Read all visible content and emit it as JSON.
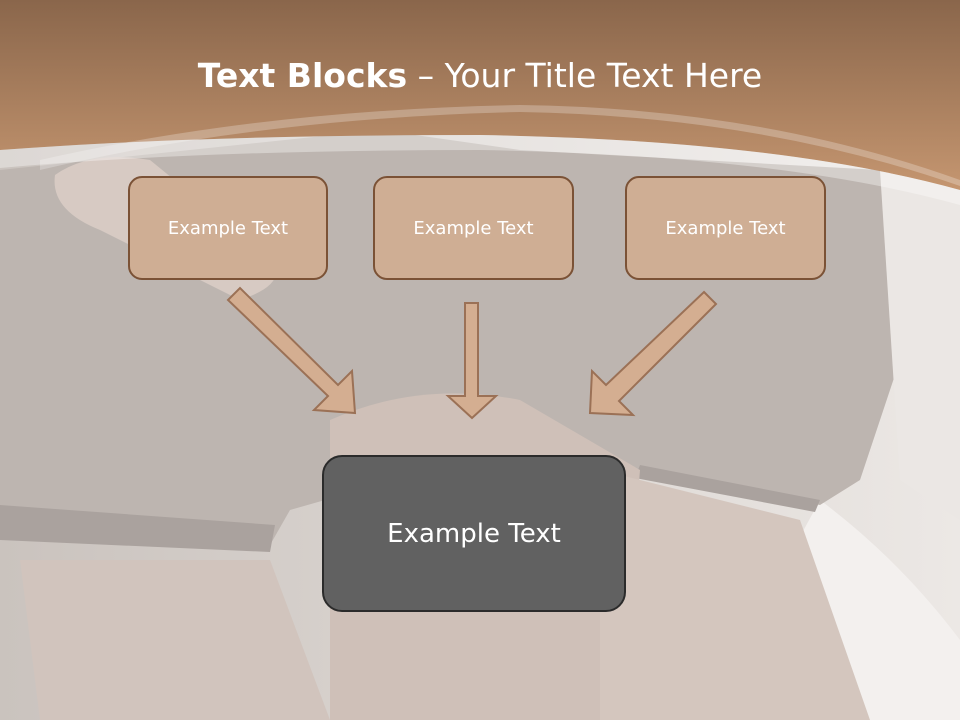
{
  "slide": {
    "title_bold": "Text Blocks",
    "title_dash": "–",
    "title_rest": "Your Title Text Here",
    "blocks": [
      {
        "label": "Example Text"
      },
      {
        "label": "Example Text"
      },
      {
        "label": "Example Text"
      }
    ],
    "center_block": {
      "label": "Example Text"
    }
  },
  "colors": {
    "header_dark": "#8a664b",
    "header_light": "#c59670",
    "block_fill": "#cfae94",
    "block_border": "#7b5236",
    "center_fill": "#616161",
    "center_border": "#2b2b2b",
    "arrow_fill": "#d4ae91",
    "arrow_stroke": "#9b7156"
  }
}
